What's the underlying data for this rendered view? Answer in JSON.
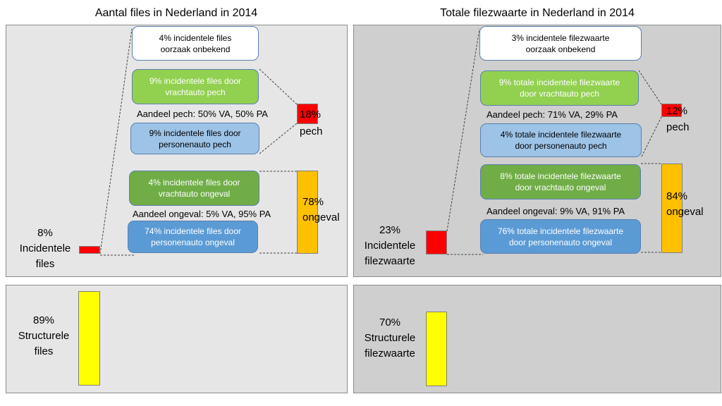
{
  "left": {
    "title": "Aantal files in Nederland in 2014",
    "box1": {
      "line1": "4% incidentele files",
      "line2": "oorzaak onbekend"
    },
    "box2": {
      "line1": "9% incidentele files door",
      "line2": "vrachtauto pech"
    },
    "share_pech": "Aandeel pech: 50% VA, 50% PA",
    "box3": {
      "line1": "9% incidentele files door",
      "line2": "personenauto pech"
    },
    "box4": {
      "line1": "4% incidentele files door",
      "line2": "vrachtauto ongeval"
    },
    "share_ongeval": "Aandeel ongeval: 5% VA, 95% PA",
    "box5": {
      "line1": "74% incidentele files door",
      "line2": "personenauto ongeval"
    },
    "pech_pct": "18%",
    "pech_label": "pech",
    "ongeval_pct": "78%",
    "ongeval_label": "ongeval",
    "incidental": {
      "pct": "8%",
      "line1": "Incidentele",
      "line2": "files"
    },
    "structural": {
      "pct": "89%",
      "line1": "Structurele",
      "line2": "files"
    }
  },
  "right": {
    "title": "Totale filezwaarte in Nederland in 2014",
    "box1": {
      "line1": "3% incidentele filezwaarte",
      "line2": "oorzaak onbekend"
    },
    "box2": {
      "line1": "9% totale incidentele filezwaarte",
      "line2": "door vrachtauto pech"
    },
    "share_pech": "Aandeel pech: 71% VA, 29% PA",
    "box3": {
      "line1": "4% totale incidentele filezwaarte",
      "line2": "door personenauto pech"
    },
    "box4": {
      "line1": "8% totale incidentele filezwaarte",
      "line2": "door vrachtauto ongeval"
    },
    "share_ongeval": "Aandeel ongeval: 9% VA, 91% PA",
    "box5": {
      "line1": "76% totale incidentele filezwaarte",
      "line2": "door personenauto ongeval"
    },
    "pech_pct": "12%",
    "pech_label": "pech",
    "ongeval_pct": "84%",
    "ongeval_label": "ongeval",
    "incidental": {
      "pct": "23%",
      "line1": "Incidentele",
      "line2": "filezwaarte"
    },
    "structural": {
      "pct": "70%",
      "line1": "Structurele",
      "line2": "filezwaarte"
    }
  },
  "colors": {
    "red": "#ff0000",
    "orange": "#ffc000",
    "yellow": "#ffff00",
    "light_green": "#92d050",
    "dark_green": "#70ad47",
    "light_blue": "#9dc3e6",
    "blue": "#5b9bd5"
  }
}
